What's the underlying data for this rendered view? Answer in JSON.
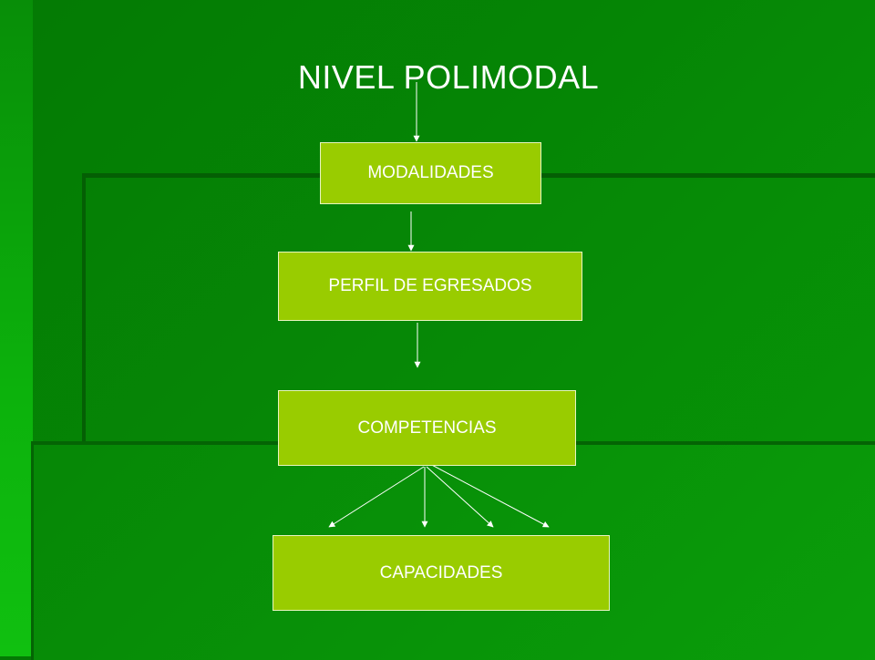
{
  "title": "NIVEL POLIMODAL",
  "boxes": {
    "modalidades": "MODALIDADES",
    "perfil": "PERFIL DE EGRESADOS",
    "competencias": "COMPETENCIAS",
    "capacidades": "CAPACIDADES"
  },
  "colors": {
    "box_fill": "#99cc00",
    "background": "#058605",
    "text": "#ffffff",
    "connector": "#ffffff"
  }
}
